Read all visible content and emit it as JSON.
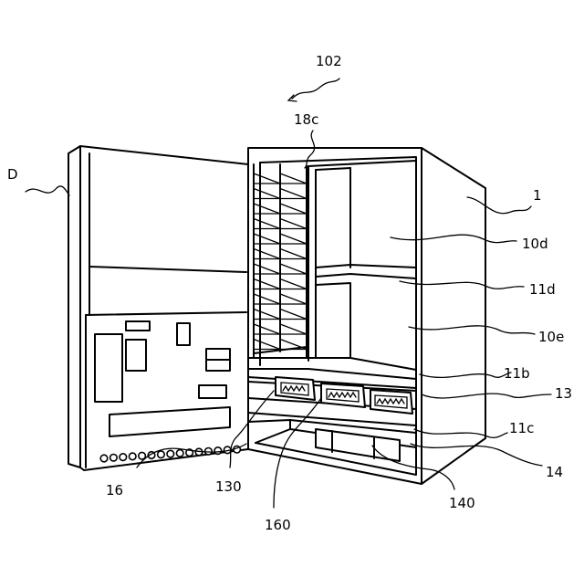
{
  "labels": {
    "ref_102": "102",
    "ref_18c": "18c",
    "ref_D": "D",
    "ref_1": "1",
    "ref_10d": "10d",
    "ref_11d": "11d",
    "ref_10e": "10e",
    "ref_11b": "11b",
    "ref_13": "13",
    "ref_11c": "11c",
    "ref_14": "14",
    "ref_140": "140",
    "ref_160": "160",
    "ref_130": "130",
    "ref_16": "16"
  }
}
